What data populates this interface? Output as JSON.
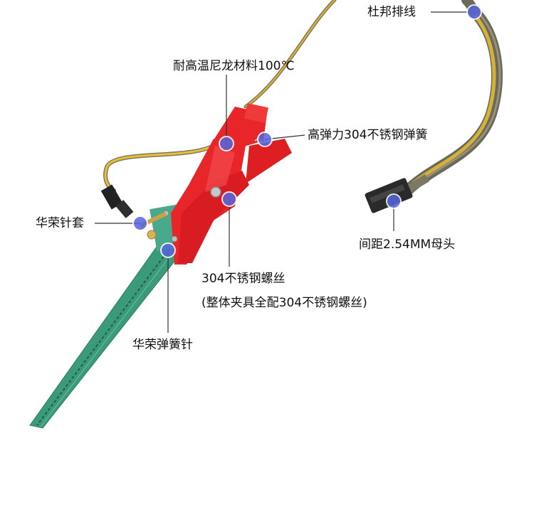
{
  "labels": {
    "ribbon": "杜邦排线",
    "nylon": "耐高温尼龙材料100℃",
    "spring": "高弹力304不锈钢弹簧",
    "sleeve": "华荣针套",
    "header": "间距2.54MM母头",
    "screw_line1": "304不锈钢螺丝",
    "screw_line2": "(整体夹具全配304不锈钢螺丝)",
    "pin": "华荣弹簧针"
  },
  "colors": {
    "marker": "#5566dd",
    "clip": "#e8262a",
    "pcb": "#3a9a7a",
    "wire_yellow": "#e0b424",
    "wire_gray": "#8a8470"
  }
}
